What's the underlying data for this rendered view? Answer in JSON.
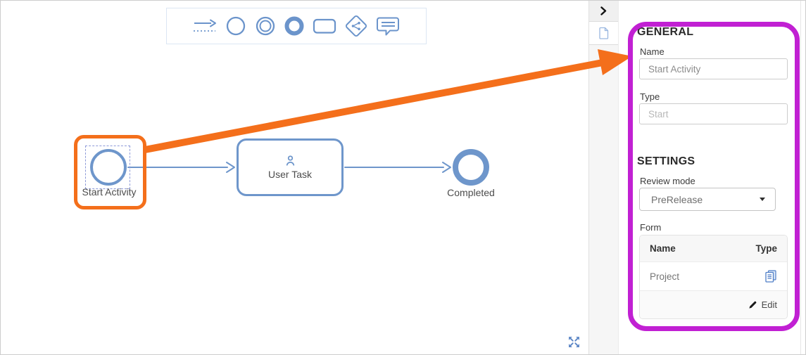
{
  "colors": {
    "bpmn_blue": "#6e96cb",
    "annotation_orange": "#f46f1b",
    "annotation_purple": "#c120d3"
  },
  "toolbar": {
    "icons": [
      "sequence-flow-icon",
      "start-event-icon",
      "intermediate-event-icon",
      "end-event-icon",
      "task-icon",
      "gateway-icon",
      "annotation-icon"
    ]
  },
  "canvas": {
    "nodes": [
      {
        "label": "Start Activity",
        "type": "start-event",
        "selected": true
      },
      {
        "label": "User Task",
        "type": "user-task"
      },
      {
        "label": "Completed",
        "type": "end-event"
      }
    ]
  },
  "panel": {
    "general": {
      "title": "GENERAL",
      "name_label": "Name",
      "name_value": "Start Activity",
      "type_label": "Type",
      "type_placeholder": "Start"
    },
    "settings": {
      "title": "SETTINGS",
      "review_mode_label": "Review mode",
      "review_mode_value": "PreRelease",
      "form_label": "Form",
      "form_table": {
        "headers": [
          "Name",
          "Type"
        ],
        "rows": [
          {
            "name": "Project",
            "type_icon": "document-icon"
          }
        ],
        "edit_label": "Edit"
      }
    }
  }
}
